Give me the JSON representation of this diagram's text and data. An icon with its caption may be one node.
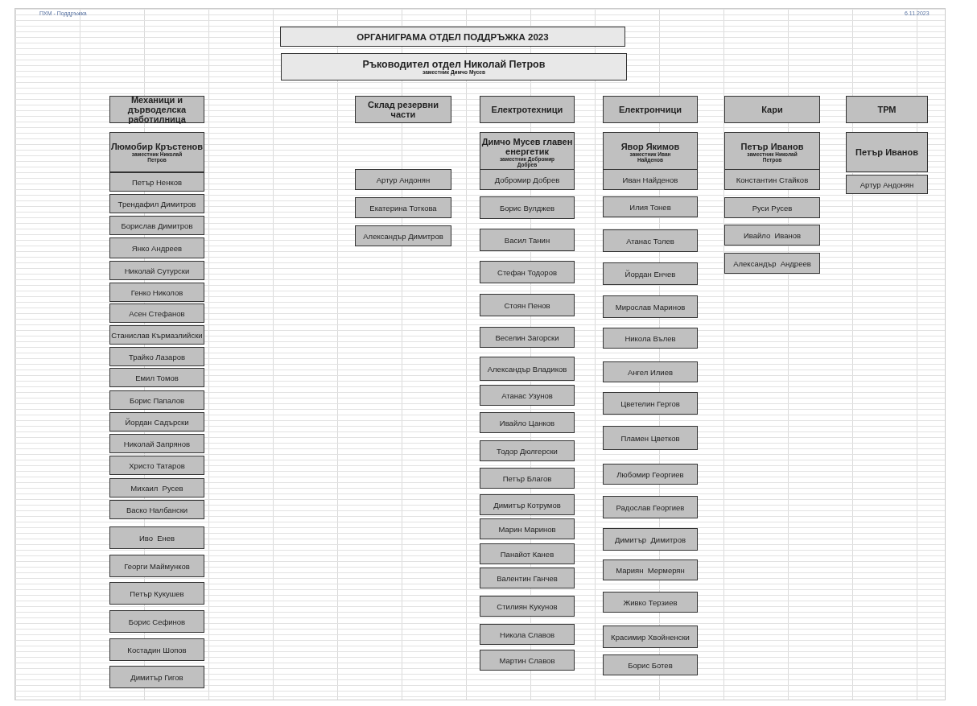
{
  "diagram": {
    "title": "ОРГАНИГРАМА ОТДЕЛ  ПОДДРЪЖКА  2023",
    "nodes": [
      {
        "text": [
          "Ръководител отдел Николай Петров",
          "заместник Димчо Мусев"
        ]
      },
      {
        "text": [
          "Механици и дърводелска работилница"
        ]
      },
      {
        "text": [
          "Люмобир Кръстенов",
          "заместник Николай Петров"
        ]
      },
      {
        "text": [
          "Петър Ненков"
        ]
      },
      {
        "text": [
          "Трендафил Димитров"
        ]
      },
      {
        "text": [
          "Борислав Димитров"
        ]
      },
      {
        "text": [
          "Янко Андреев"
        ]
      },
      {
        "text": [
          "Николай Сутурски"
        ]
      },
      {
        "text": [
          "Генко Николов"
        ]
      },
      {
        "text": [
          "Асен Стефанов"
        ]
      },
      {
        "text": [
          "Станислав Кърмазлийски"
        ]
      },
      {
        "text": [
          "Трайко Лазаров"
        ]
      },
      {
        "text": [
          "Емил Томов"
        ]
      },
      {
        "text": [
          "Борис Папалов"
        ]
      },
      {
        "text": [
          "Йордан Садърски"
        ]
      },
      {
        "text": [
          "Николай Запрянов"
        ]
      },
      {
        "text": [
          "Христо Татаров"
        ]
      },
      {
        "text": [
          "Михаил  Русев"
        ]
      },
      {
        "text": [
          "Васко Налбански"
        ]
      },
      {
        "text": [
          "Иво  Енев"
        ]
      },
      {
        "text": [
          "Георги Маймунков"
        ]
      },
      {
        "text": [
          "Петър Кукушев"
        ]
      },
      {
        "text": [
          "Борис Сефинов"
        ]
      },
      {
        "text": [
          "Костадин Шопов"
        ]
      },
      {
        "text": [
          "Димитър Гигов"
        ]
      },
      {
        "text": [
          "Склад резервни части"
        ]
      },
      {
        "text": [
          "Артур Андонян"
        ]
      },
      {
        "text": [
          "Екатерина Тоткова"
        ]
      },
      {
        "text": [
          "Александър Димитров"
        ]
      },
      {
        "text": [
          "Електротехници"
        ]
      },
      {
        "text": [
          "Димчо Мусев главен енергетик",
          "заместник Добромир Добрев"
        ]
      },
      {
        "text": [
          "Добромир Добрев"
        ]
      },
      {
        "text": [
          "Борис Вулджев"
        ]
      },
      {
        "text": [
          "Васил Танин"
        ]
      },
      {
        "text": [
          "Стефан Тодоров"
        ]
      },
      {
        "text": [
          "Стоян Пенов"
        ]
      },
      {
        "text": [
          "Веселин Загорски"
        ]
      },
      {
        "text": [
          "Александър Владиков"
        ]
      },
      {
        "text": [
          "Атанас Узунов"
        ]
      },
      {
        "text": [
          "Ивайло Цанков"
        ]
      },
      {
        "text": [
          "Тодор Дюлгерски"
        ]
      },
      {
        "text": [
          "Петър Благов"
        ]
      },
      {
        "text": [
          "Димитър Котрумов"
        ]
      },
      {
        "text": [
          "Марин Маринов"
        ]
      },
      {
        "text": [
          "Панайот Канев"
        ]
      },
      {
        "text": [
          "Валентин Ганчев"
        ]
      },
      {
        "text": [
          "Стилиян Кукунов"
        ]
      },
      {
        "text": [
          "Никола Славов"
        ]
      },
      {
        "text": [
          "Мартин Славов"
        ]
      },
      {
        "text": [
          "Електрончици"
        ]
      },
      {
        "text": [
          "Явор Якимов",
          "заместник Иван Найденов"
        ]
      },
      {
        "text": [
          "Иван Найденов"
        ]
      },
      {
        "text": [
          "Илия Тонев"
        ]
      },
      {
        "text": [
          "Атанас Толев"
        ]
      },
      {
        "text": [
          "Йордан Енчев"
        ]
      },
      {
        "text": [
          "Мирослав Маринов"
        ]
      },
      {
        "text": [
          "Никола Вълев"
        ]
      },
      {
        "text": [
          "Ангел Илиев"
        ]
      },
      {
        "text": [
          "Цветелин Гергов"
        ]
      },
      {
        "text": [
          "Пламен Цветков"
        ]
      },
      {
        "text": [
          "Любомир Георгиев"
        ]
      },
      {
        "text": [
          "Радослав Георгиев"
        ]
      },
      {
        "text": [
          "Димитър  Димитров"
        ]
      },
      {
        "text": [
          "Мариян  Мермерян"
        ]
      },
      {
        "text": [
          "Живко Терзиев"
        ]
      },
      {
        "text": [
          "Красимир Хвойненски"
        ]
      },
      {
        "text": [
          "Борис Ботев"
        ]
      },
      {
        "text": [
          "Кари"
        ]
      },
      {
        "text": [
          "Петър  Иванов",
          "заместник Николай Петров"
        ]
      },
      {
        "text": [
          "Константин Стайков"
        ]
      },
      {
        "text": [
          "Руси Русев"
        ]
      },
      {
        "text": [
          "Ивайло  Иванов"
        ]
      },
      {
        "text": [
          "Александър  Андреев"
        ]
      },
      {
        "text": [
          "ТРМ"
        ]
      },
      {
        "text": [
          "Петър  Иванов"
        ]
      },
      {
        "text": [
          "Артур Андонян"
        ]
      }
    ],
    "labels": [
      "ПХМ - Поддръжка",
      "6.11.2023"
    ]
  }
}
